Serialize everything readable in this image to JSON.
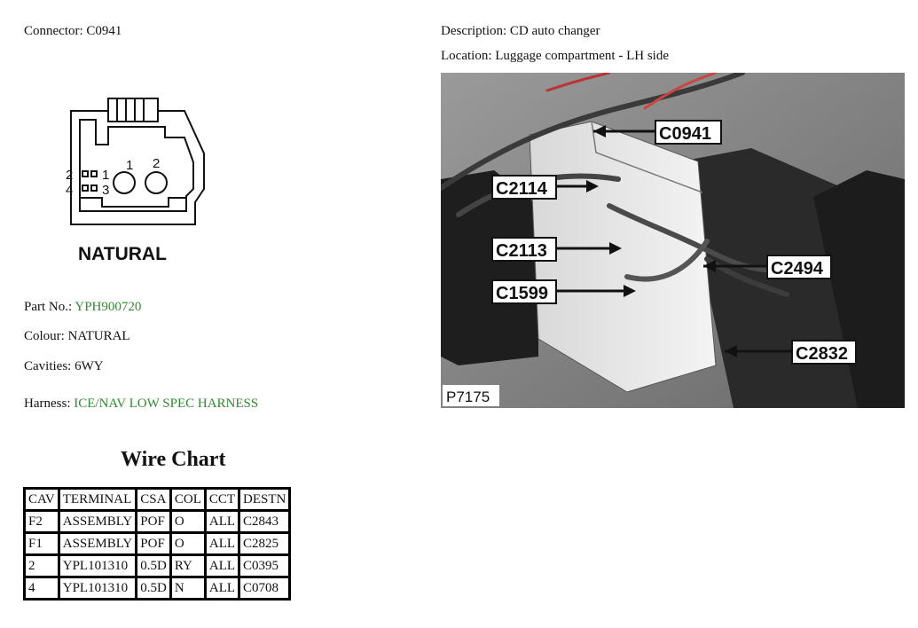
{
  "header": {
    "connector_label": "Connector:",
    "connector_value": "C0941",
    "description_label": "Description:",
    "description_value": "CD auto changer",
    "location_label": "Location:",
    "location_value": "Luggage compartment - LH side"
  },
  "connector_diagram": {
    "pin_labels": [
      "2",
      "4",
      "1",
      "3",
      "1",
      "2"
    ],
    "colour_text": "NATURAL"
  },
  "details": {
    "part_label": "Part No.:",
    "part_value": "YPH900720",
    "colour_label": "Colour:",
    "colour_value": "NATURAL",
    "cavities_label": "Cavities:",
    "cavities_value": "6WY",
    "harness_label": "Harness:",
    "harness_value": "ICE/NAV LOW SPEC HARNESS"
  },
  "photo": {
    "callouts": [
      "C0941",
      "C2114",
      "C2113",
      "C1599",
      "C2494",
      "C2832"
    ],
    "ref": "P7175"
  },
  "wire_chart": {
    "title": "Wire Chart",
    "columns": [
      "CAV",
      "TERMINAL",
      "CSA",
      "COL",
      "CCT",
      "DESTN"
    ],
    "rows": [
      [
        "F2",
        "ASSEMBLY",
        "POF",
        "O",
        "ALL",
        "C2843"
      ],
      [
        "F1",
        "ASSEMBLY",
        "POF",
        "O",
        "ALL",
        "C2825"
      ],
      [
        "2",
        "YPL101310",
        "0.5D",
        "RY",
        "ALL",
        "C0395"
      ],
      [
        "4",
        "YPL101310",
        "0.5D",
        "N",
        "ALL",
        "C0708"
      ]
    ]
  },
  "colors": {
    "accent_green": "#2e8b2e"
  }
}
